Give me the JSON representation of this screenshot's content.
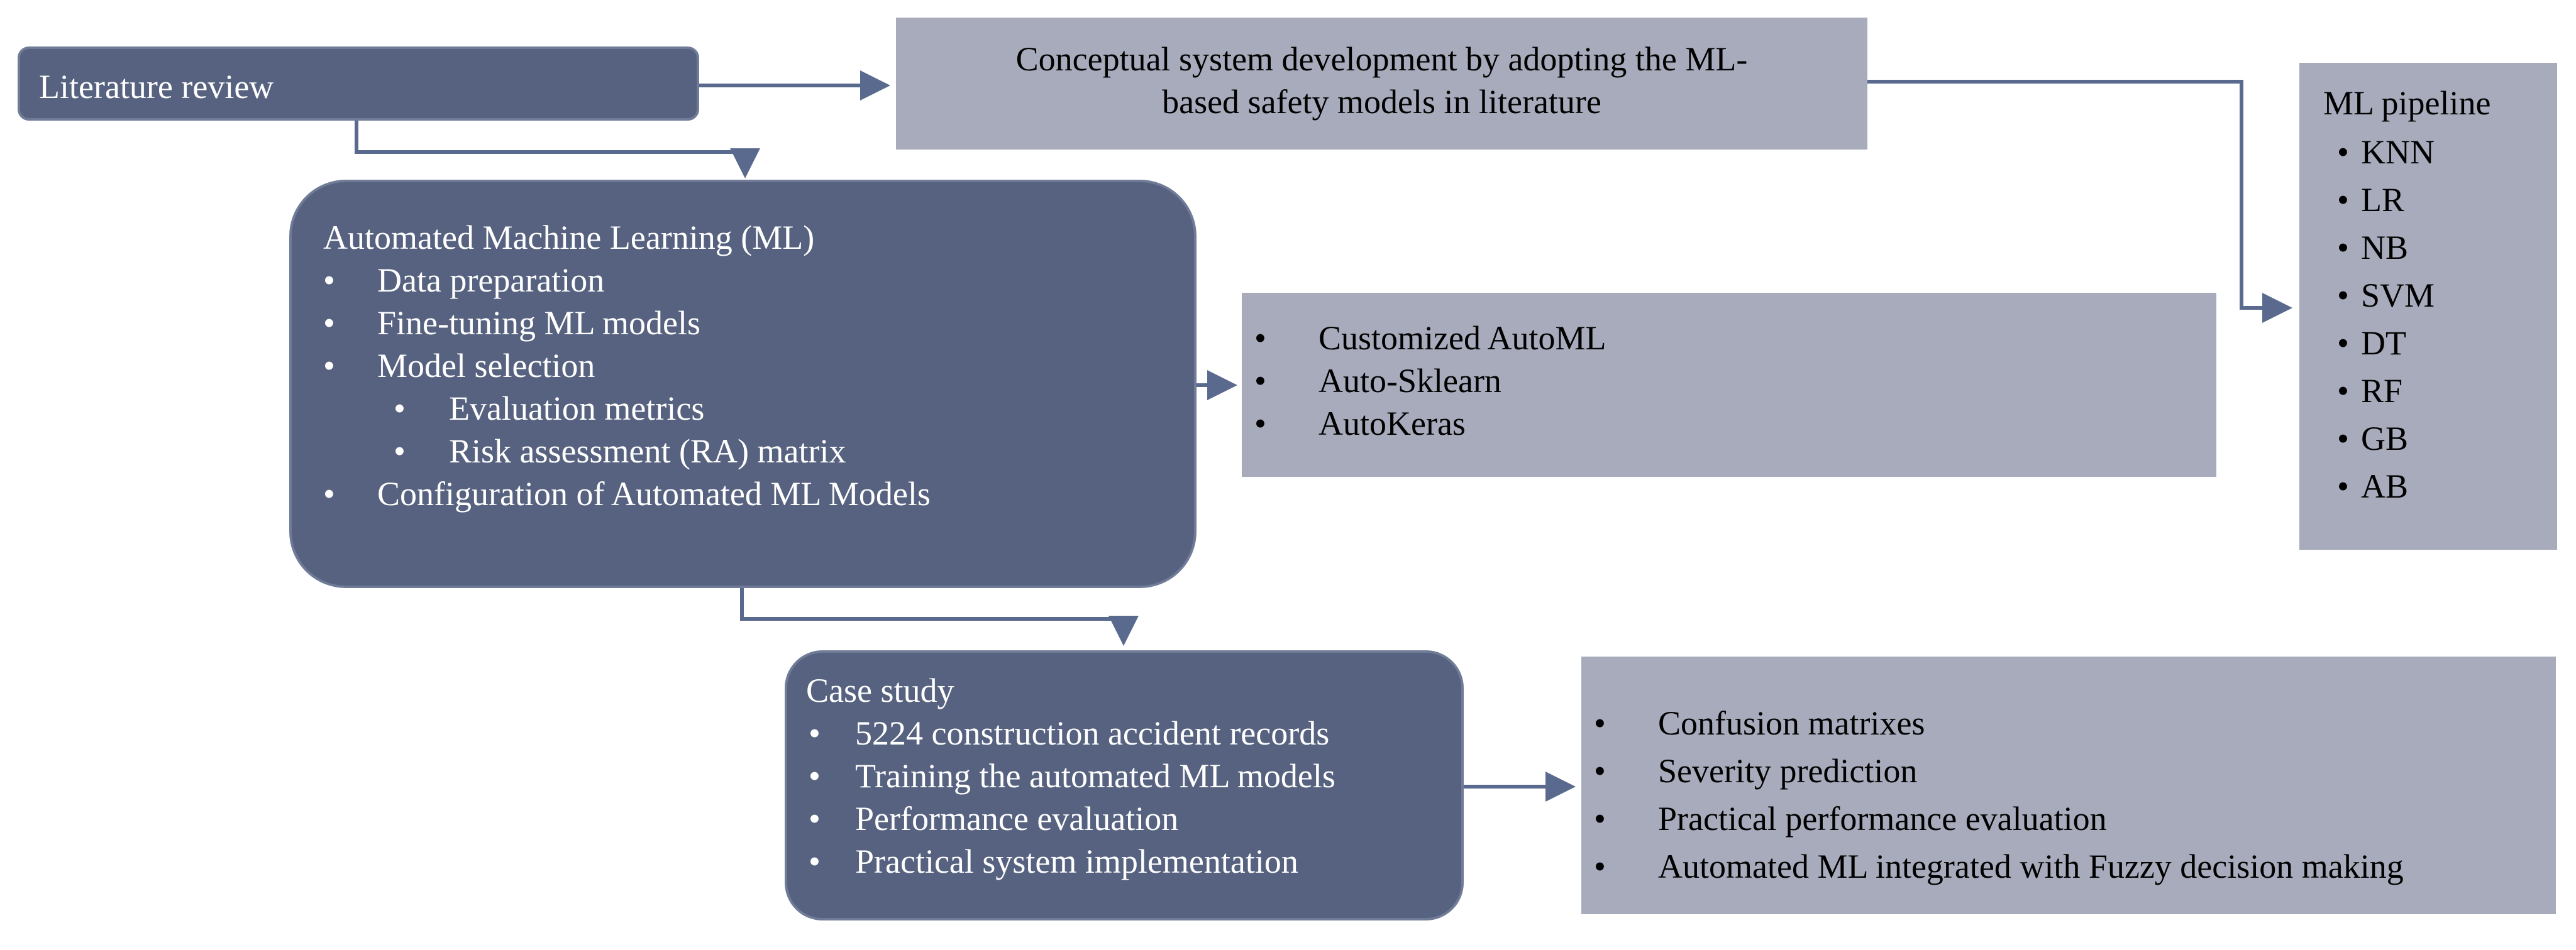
{
  "colors": {
    "dark_box": "#56627f",
    "light_box": "#a7abbb",
    "arrow": "#5a6a8e"
  },
  "literature_review": {
    "label": "Literature review"
  },
  "conceptual": {
    "text": "Conceptual system development by adopting the ML-based safety models in literature"
  },
  "automl": {
    "title": "Automated Machine Learning (ML)",
    "items": [
      "Data preparation",
      "Fine-tuning ML models",
      "Model selection"
    ],
    "subitems": [
      "Evaluation metrics",
      "Risk assessment (RA) matrix"
    ],
    "last_item": "Configuration of Automated ML Models"
  },
  "automl_tools": {
    "items": [
      "Customized AutoML",
      "Auto-Sklearn",
      "AutoKeras"
    ]
  },
  "pipeline": {
    "title": "ML pipeline",
    "items": [
      "KNN",
      "LR",
      "NB",
      "SVM",
      "DT",
      "RF",
      "GB",
      "AB"
    ]
  },
  "case_study": {
    "title": "Case study",
    "items": [
      "5224 construction accident records",
      "Training the automated ML models",
      "Performance evaluation",
      "Practical system implementation"
    ]
  },
  "results": {
    "items": [
      "Confusion matrixes",
      "Severity prediction",
      "Practical performance evaluation",
      "Automated ML integrated with Fuzzy decision making"
    ]
  }
}
